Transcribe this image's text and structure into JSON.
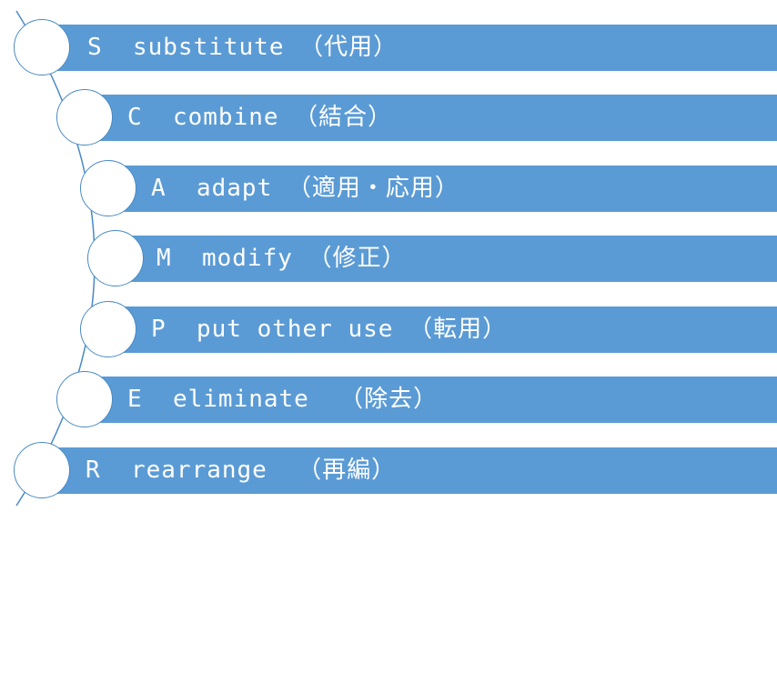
{
  "steps": [
    {
      "text": "S  substitute （代用）"
    },
    {
      "text": "C  combine （結合）"
    },
    {
      "text": "A  adapt （適用・応用）"
    },
    {
      "text": "M  modify （修正）"
    },
    {
      "text": "P  put other use （転用）"
    },
    {
      "text": "E  eliminate  （除去）"
    },
    {
      "text": "R  rearrange  （再編）"
    }
  ],
  "colors": {
    "bar": "#5b9bd5",
    "node_border": "#4a8ac4",
    "text": "#ffffff"
  }
}
